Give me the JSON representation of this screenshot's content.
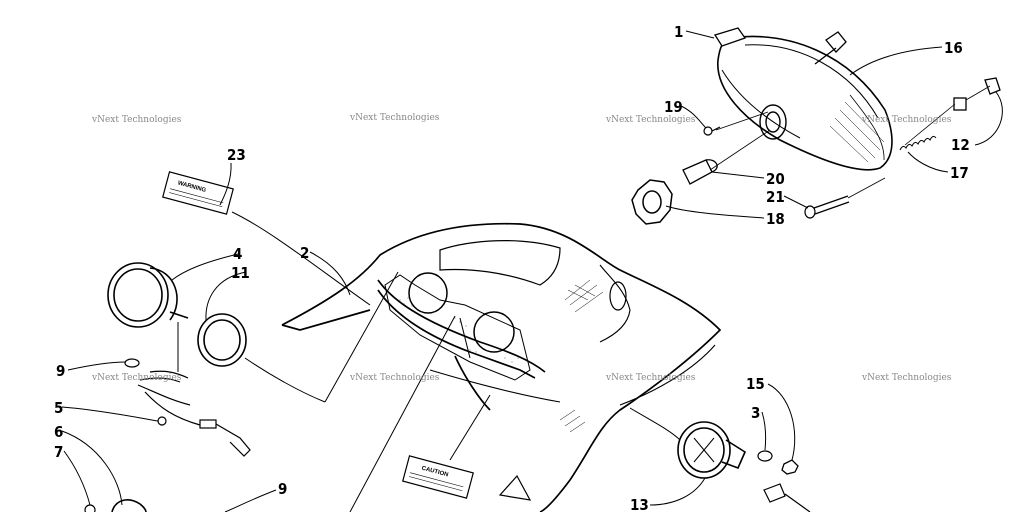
{
  "callouts": {
    "c1": "1",
    "c16": "16",
    "c19": "19",
    "c12": "12",
    "c20": "20",
    "c17": "17",
    "c21": "21",
    "c18": "18",
    "c23": "23",
    "c2": "2",
    "c4": "4",
    "c11": "11",
    "c9a": "9",
    "c5": "5",
    "c6": "6",
    "c7": "7",
    "c9b": "9",
    "c15": "15",
    "c3": "3",
    "c13": "13"
  },
  "watermark": {
    "text": "vNext Technologies"
  },
  "decals": {
    "warning": "WARNING",
    "caution": "CAUTION"
  }
}
